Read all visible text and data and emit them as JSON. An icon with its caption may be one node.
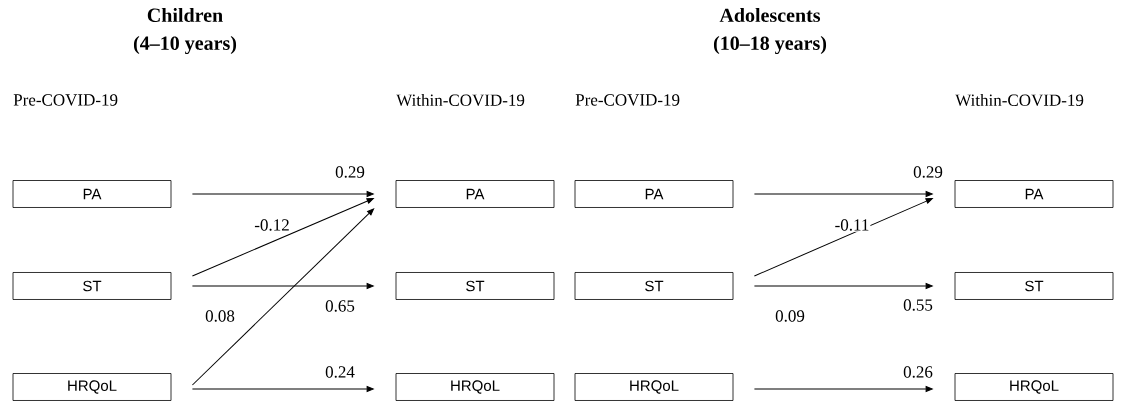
{
  "diagram": {
    "nodes": [
      {
        "text": [
          "PA"
        ]
      },
      {
        "text": [
          "ST"
        ]
      },
      {
        "text": [
          "HRQoL"
        ]
      },
      {
        "text": [
          "PA"
        ]
      },
      {
        "text": [
          "ST"
        ]
      },
      {
        "text": [
          "HRQoL"
        ]
      },
      {
        "text": [
          "PA"
        ]
      },
      {
        "text": [
          "ST"
        ]
      },
      {
        "text": [
          "HRQoL"
        ]
      },
      {
        "text": [
          "PA"
        ]
      },
      {
        "text": [
          "ST"
        ]
      },
      {
        "text": [
          "HRQoL"
        ]
      }
    ],
    "edges": [
      {
        "from": 0,
        "to": 3,
        "arrow": "to",
        "label": "0.29"
      },
      {
        "from": 1,
        "to": 3,
        "arrow": "to",
        "label": "-0.12"
      },
      {
        "from": 1,
        "to": 4,
        "arrow": "to",
        "label": "0.65"
      },
      {
        "from": 2,
        "to": 3,
        "arrow": "to",
        "label": "0.08"
      },
      {
        "from": 2,
        "to": 5,
        "arrow": "to",
        "label": "0.24"
      },
      {
        "from": 6,
        "to": 9,
        "arrow": "to",
        "label": "0.29"
      },
      {
        "from": 7,
        "to": 9,
        "arrow": "to",
        "label": "-0.11"
      },
      {
        "from": 7,
        "to": 10,
        "arrow": "to",
        "label": "0.55"
      },
      {
        "from": 8,
        "to": 11,
        "arrow": "to",
        "label": "0.26"
      }
    ],
    "labels": [
      "Children",
      "(4–10 years)",
      "Adolescents",
      "(10–18 years)",
      "Pre-COVID-19",
      "Within-COVID-19",
      "Pre-COVID-19",
      "Within-COVID-19",
      "0.09"
    ]
  }
}
